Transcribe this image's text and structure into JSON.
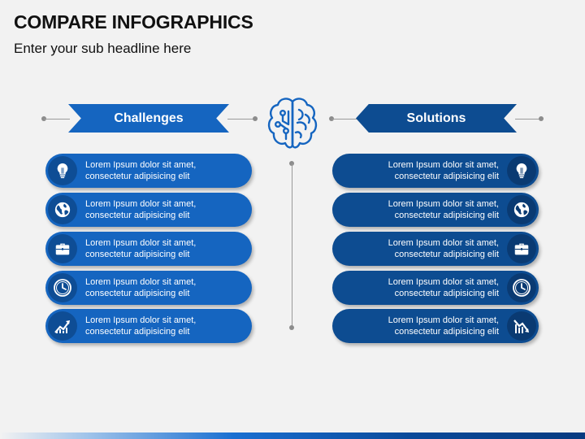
{
  "title": "COMPARE INFOGRAPHICS",
  "subtitle": "Enter your sub headline here",
  "challenges": {
    "label": "Challenges",
    "items": [
      {
        "line1": "Lorem Ipsum dolor sit amet,",
        "line2": "consectetur adipisicing elit",
        "icon": "lightbulb-icon"
      },
      {
        "line1": "Lorem Ipsum dolor sit amet,",
        "line2": "consectetur adipisicing elit",
        "icon": "globe-icon"
      },
      {
        "line1": "Lorem Ipsum dolor sit amet,",
        "line2": "consectetur adipisicing elit",
        "icon": "briefcase-icon"
      },
      {
        "line1": "Lorem Ipsum dolor sit amet,",
        "line2": "consectetur adipisicing elit",
        "icon": "clock-icon"
      },
      {
        "line1": "Lorem Ipsum dolor sit amet,",
        "line2": "consectetur adipisicing elit",
        "icon": "chart-up-icon"
      }
    ]
  },
  "solutions": {
    "label": "Solutions",
    "items": [
      {
        "line1": "Lorem Ipsum dolor sit amet,",
        "line2": "consectetur adipisicing elit",
        "icon": "lightbulb-icon"
      },
      {
        "line1": "Lorem Ipsum dolor sit amet,",
        "line2": "consectetur adipisicing elit",
        "icon": "globe-icon"
      },
      {
        "line1": "Lorem Ipsum dolor sit amet,",
        "line2": "consectetur adipisicing elit",
        "icon": "briefcase-icon"
      },
      {
        "line1": "Lorem Ipsum dolor sit amet,",
        "line2": "consectetur adipisicing elit",
        "icon": "clock-icon"
      },
      {
        "line1": "Lorem Ipsum dolor sit amet,",
        "line2": "consectetur adipisicing elit",
        "icon": "chart-down-icon"
      }
    ]
  },
  "colors": {
    "challenges_blue": "#1565c0",
    "solutions_blue": "#0d4c91",
    "background": "#f2f2f2"
  }
}
